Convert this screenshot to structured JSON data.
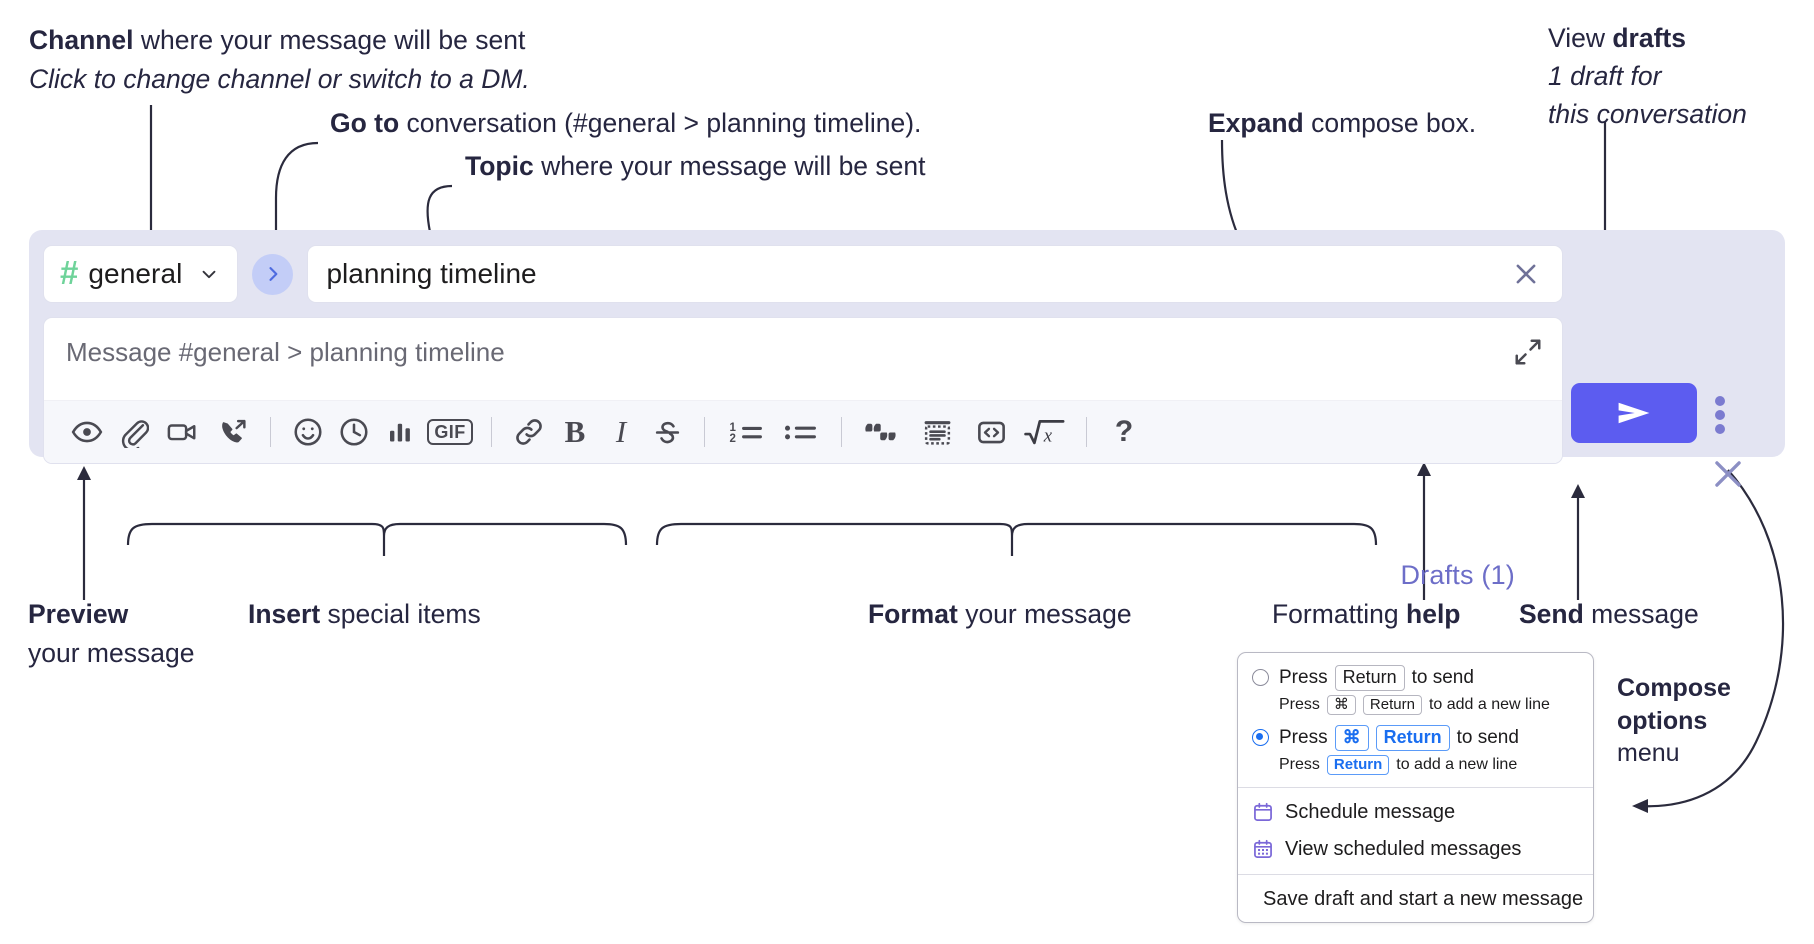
{
  "annotations": {
    "channel": {
      "bold": "Channel",
      "rest": " where your message will be sent",
      "sub": "Click to change channel or switch to a DM."
    },
    "goto": {
      "bold": "Go to",
      "rest": " conversation (#general > planning timeline)."
    },
    "topic": {
      "bold": "Topic",
      "rest": " where your message will be sent"
    },
    "expand": {
      "bold": "Expand",
      "rest": " compose box."
    },
    "drafts": {
      "pre": "View ",
      "bold": "drafts",
      "sub1": "1 draft for",
      "sub2": "this conversation"
    },
    "preview": {
      "bold": "Preview",
      "sub": "your message"
    },
    "insert": {
      "bold": "Insert",
      "rest": " special items"
    },
    "format": {
      "bold": "Format",
      "rest": " your message"
    },
    "help": {
      "pre": "Formatting ",
      "bold": "help"
    },
    "send": {
      "bold": "Send",
      "rest": " message"
    },
    "compose_options": {
      "bold1": "Compose",
      "bold2": "options",
      "rest": "menu"
    }
  },
  "compose": {
    "channel_name": "general",
    "channel_hash": "#",
    "topic_value": "planning timeline",
    "message_placeholder": "Message #general > planning timeline",
    "drafts_label": "Drafts (1)",
    "toolbar_left": [
      {
        "name": "preview-icon",
        "label": "Preview"
      },
      {
        "name": "attachment-icon",
        "label": "Attach file"
      },
      {
        "name": "video-icon",
        "label": "Record video"
      },
      {
        "name": "audio-call-icon",
        "label": "Record audio"
      }
    ],
    "toolbar_insert": [
      {
        "name": "emoji-icon",
        "label": "Emoji"
      },
      {
        "name": "clock-icon",
        "label": "Reminder"
      },
      {
        "name": "poll-icon",
        "label": "Poll"
      },
      {
        "name": "gif-icon",
        "label": "GIF"
      }
    ],
    "toolbar_format": [
      {
        "name": "link-icon",
        "label": "Link"
      },
      {
        "name": "bold-icon",
        "label": "B"
      },
      {
        "name": "italic-icon",
        "label": "I"
      },
      {
        "name": "strikethrough-icon",
        "label": "Strikethrough"
      },
      {
        "name": "ordered-list-icon",
        "label": "Ordered list"
      },
      {
        "name": "bullet-list-icon",
        "label": "Bulleted list"
      },
      {
        "name": "blockquote-icon",
        "label": "Blockquote"
      },
      {
        "name": "code-block-icon",
        "label": "Code block"
      },
      {
        "name": "inline-code-icon",
        "label": "Inline code"
      },
      {
        "name": "latex-icon",
        "label": "Math"
      }
    ],
    "help_label": "?",
    "gif_label": "GIF",
    "bold_label": "B",
    "italic_label": "I",
    "colors": {
      "panel": "#e3e4f2",
      "send_button": "#5c5cf0",
      "hash_green": "#6fd39a",
      "goto_circle": "#c3cdf7",
      "drafts_text": "#6d6ec8",
      "kebab_dots": "#7b7bd0"
    }
  },
  "menu": {
    "option1": {
      "pre": "Press",
      "key": "Return",
      "post": "to send",
      "selected": false
    },
    "option1_sub": {
      "pre": "Press",
      "key1": "⌘",
      "key2": "Return",
      "post": "to add a new line"
    },
    "option2": {
      "pre": "Press",
      "key1": "⌘",
      "key2": "Return",
      "post": "to send",
      "selected": true
    },
    "option2_sub": {
      "pre": "Press",
      "key": "Return",
      "post": "to add a new line"
    },
    "items": [
      {
        "icon": "calendar-icon",
        "label": "Schedule message"
      },
      {
        "icon": "calendar-grid-icon",
        "label": "View scheduled messages"
      },
      {
        "icon": "save-draft-icon",
        "label": "Save draft and start a new message"
      }
    ]
  }
}
